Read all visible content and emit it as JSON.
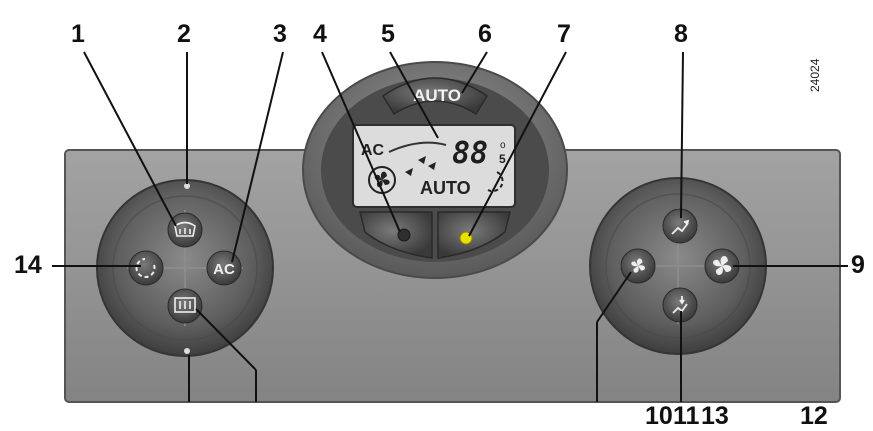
{
  "figure_code": "24024",
  "callouts": {
    "n1": "1",
    "n2": "2",
    "n3": "3",
    "n4": "4",
    "n5": "5",
    "n6": "6",
    "n7": "7",
    "n8": "8",
    "n9": "9",
    "n10": "10",
    "n11": "11",
    "n12": "12",
    "n13": "13",
    "n14": "14"
  },
  "controls": {
    "auto_button_label": "AUTO",
    "ac_button_label": "AC"
  },
  "display": {
    "ac_indicator": "AC",
    "temperature": "88",
    "decimal": "5",
    "unit_mark": "o",
    "mode": "AUTO"
  },
  "icons": {
    "rear_defrost": "rear-defrost-icon",
    "windscreen_demist": "windscreen-demist-icon",
    "recirculation": "recirculation-icon",
    "fan_low": "fan-low-icon",
    "fan_high": "fan-high-icon",
    "air_to_face": "air-to-face-icon",
    "air_to_feet": "air-to-feet-icon"
  },
  "colors": {
    "panel": "#8f8f8f",
    "knob": "#6a6a6a",
    "button": "#5a5a5a",
    "lcd": "#d9d9d9",
    "led_yellow": "#e8e000"
  }
}
